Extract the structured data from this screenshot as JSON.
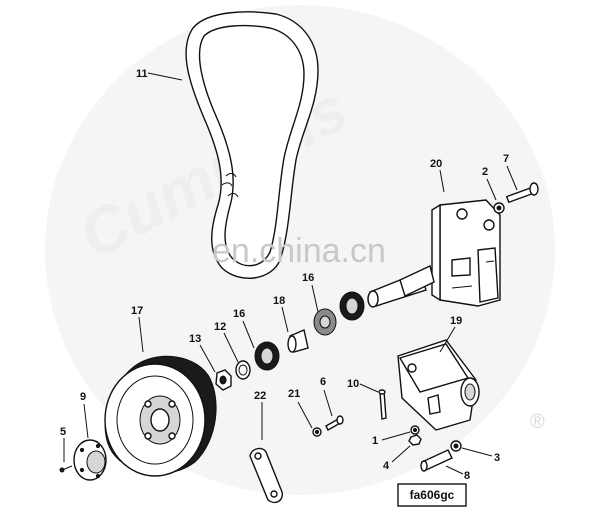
{
  "watermarks": {
    "brand": "Cummins",
    "site": "en.china.cn",
    "registered": "®"
  },
  "figure_id": "fa606gc",
  "callouts": [
    {
      "label": "11"
    },
    {
      "label": "20"
    },
    {
      "label": "2"
    },
    {
      "label": "7"
    },
    {
      "label": "16"
    },
    {
      "label": "18"
    },
    {
      "label": "16"
    },
    {
      "label": "17"
    },
    {
      "label": "13"
    },
    {
      "label": "12"
    },
    {
      "label": "19"
    },
    {
      "label": "10"
    },
    {
      "label": "6"
    },
    {
      "label": "21"
    },
    {
      "label": "22"
    },
    {
      "label": "9"
    },
    {
      "label": "5"
    },
    {
      "label": "1"
    },
    {
      "label": "4"
    },
    {
      "label": "3"
    },
    {
      "label": "8"
    }
  ]
}
